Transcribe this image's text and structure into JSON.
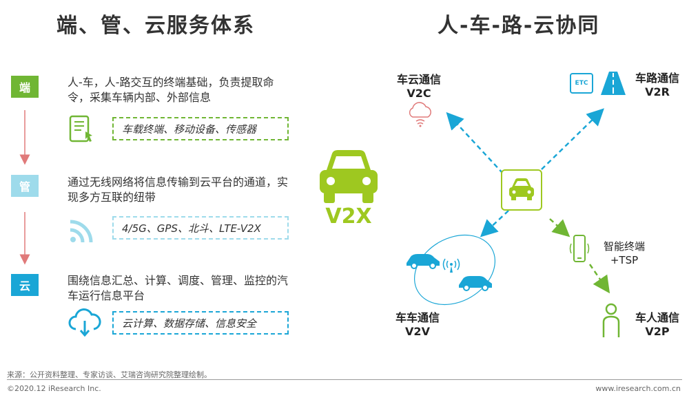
{
  "titles": {
    "left": "端、管、云服务体系",
    "right": "人-车-路-云协同"
  },
  "layers": [
    {
      "tag": "端",
      "color": "#70b634",
      "desc": "人-车，人-路交互的终端基础，负责提取命令，采集车辆内部、外部信息",
      "box": "车载终端、移动设备、传感器",
      "icon": "tablet-icon"
    },
    {
      "tag": "管",
      "color": "#9edbeb",
      "desc": "通过无线网络将信息传输到云平台的通道，实现多方互联的纽带",
      "box": "4/5G、GPS、北斗、LTE-V2X",
      "icon": "wireless-signal-icon"
    },
    {
      "tag": "云",
      "color": "#1aa6d6",
      "desc": "围绕信息汇总、计算、调度、管理、监控的汽车运行信息平台",
      "box": "云计算、数据存储、信息安全",
      "icon": "cloud-download-icon"
    }
  ],
  "v2x": {
    "label": "V2X"
  },
  "nodes": {
    "v2c": {
      "name": "车云通信",
      "code": "V2C"
    },
    "v2r": {
      "name": "车路通信",
      "code": "V2R",
      "etc": "ETC"
    },
    "v2v": {
      "name": "车车通信",
      "code": "V2V"
    },
    "v2p": {
      "name": "车人通信",
      "code": "V2P"
    },
    "tsp": {
      "line1": "智能终端",
      "line2": "+TSP"
    }
  },
  "colors": {
    "green": "#70b634",
    "lightblue": "#9edbeb",
    "blue": "#1aa6d6",
    "yellowgreen": "#9ec820",
    "pink": "#e07a7a"
  },
  "footer": {
    "source": "来源：公开资料整理、专家访谈、艾瑞咨询研究院整理绘制。",
    "copyright": "©2020.12 iResearch Inc.",
    "site": "www.iresearch.com.cn"
  }
}
